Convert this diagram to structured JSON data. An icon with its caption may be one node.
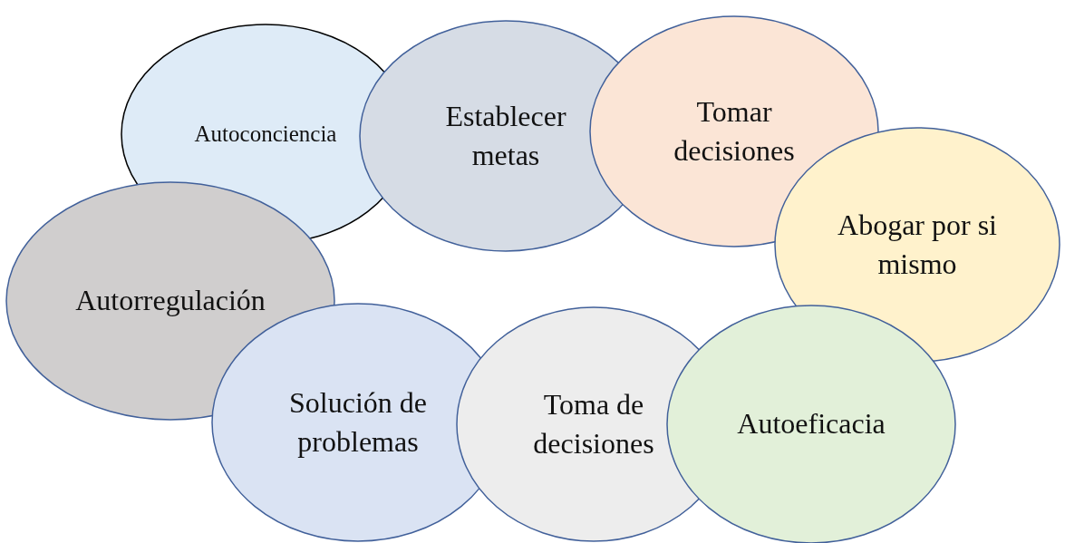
{
  "diagram": {
    "nodes": [
      {
        "text": [
          "Autoconciencia"
        ]
      },
      {
        "text": [
          "Establecer metas"
        ]
      },
      {
        "text": [
          "Tomar decisiones"
        ]
      },
      {
        "text": [
          "Abogar por si mismo"
        ]
      },
      {
        "text": [
          "Autorregulación"
        ]
      },
      {
        "text": [
          "Solución de problemas"
        ]
      },
      {
        "text": [
          "Toma de decisiones"
        ]
      },
      {
        "text": [
          "Autoeficacia"
        ]
      }
    ]
  }
}
